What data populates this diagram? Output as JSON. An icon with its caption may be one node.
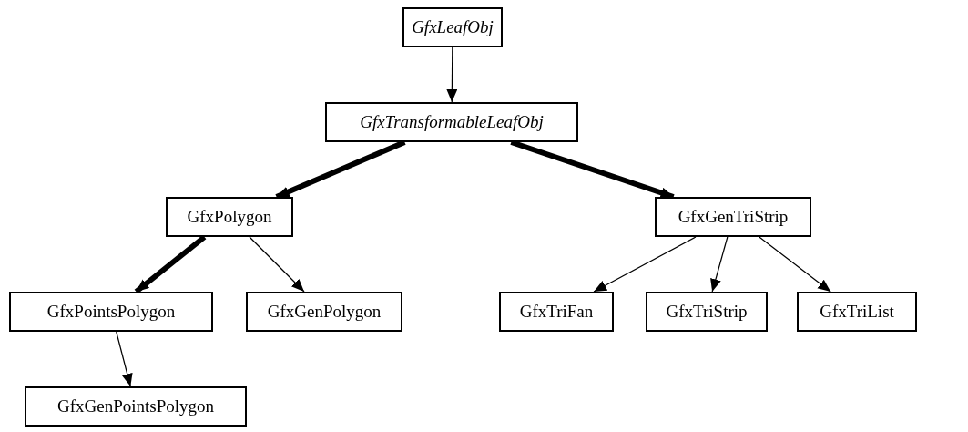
{
  "diagram": {
    "nodes": [
      {
        "text": [
          "GfxLeafObj"
        ]
      },
      {
        "text": [
          "GfxTransformableLeafObj"
        ]
      },
      {
        "text": [
          "GfxPolygon"
        ]
      },
      {
        "text": [
          "GfxGenTriStrip"
        ]
      },
      {
        "text": [
          "GfxPointsPolygon"
        ]
      },
      {
        "text": [
          "GfxGenPolygon"
        ]
      },
      {
        "text": [
          "GfxTriFan"
        ]
      },
      {
        "text": [
          "GfxTriStrip"
        ]
      },
      {
        "text": [
          "GfxTriList"
        ]
      },
      {
        "text": [
          "GfxGenPointsPolygon"
        ]
      }
    ],
    "edges": [
      {
        "from": 0,
        "to": 1,
        "arrow": "to"
      },
      {
        "from": 1,
        "to": 2,
        "arrow": "to",
        "style": "thick"
      },
      {
        "from": 1,
        "to": 3,
        "arrow": "to",
        "style": "thick"
      },
      {
        "from": 2,
        "to": 4,
        "arrow": "to",
        "style": "thick"
      },
      {
        "from": 2,
        "to": 5,
        "arrow": "to"
      },
      {
        "from": 3,
        "to": 6,
        "arrow": "to"
      },
      {
        "from": 3,
        "to": 7,
        "arrow": "to"
      },
      {
        "from": 3,
        "to": 8,
        "arrow": "to"
      },
      {
        "from": 4,
        "to": 9,
        "arrow": "to"
      }
    ]
  }
}
